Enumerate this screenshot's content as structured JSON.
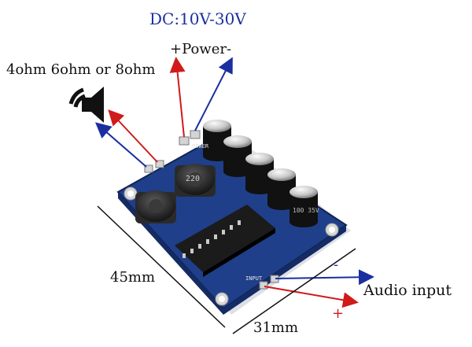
{
  "labels": {
    "supply": "DC:10V-30V",
    "power": "+Power-",
    "speaker": "4ohm 6ohm or 8ohm",
    "length": "45mm",
    "width": "31mm",
    "input": "Audio input",
    "minus": "-",
    "plus": "+"
  },
  "board_marks": {
    "power_pad": "POWER",
    "input_pad": "INPUT",
    "inductor": "220",
    "capacitor": "100 35V"
  },
  "colors": {
    "board": "#1f3f8a",
    "positive_wire": "#d11a1a",
    "negative_wire": "#1b2fa0",
    "chip": "#1b1b1b"
  },
  "icons": [
    "speaker-icon"
  ]
}
